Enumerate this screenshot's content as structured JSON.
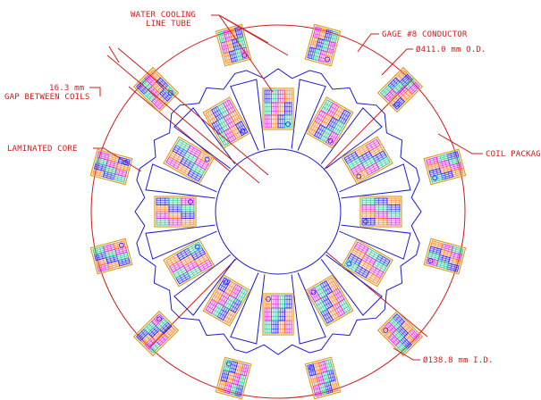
{
  "labels": {
    "water_cooling_1": "WATER COOLING",
    "water_cooling_2": "LINE TUBE",
    "gage_conductor": "GAGE #8 CONDUCTOR",
    "od": "Ø411.0 mm O.D.",
    "gap_value": "16.3 mm",
    "gap_text": "GAP BETWEEN COILS",
    "laminated_core": "LAMINATED CORE",
    "coil_package": "COIL PACKAGE",
    "id": "Ø138.8 mm I.D."
  },
  "colors": {
    "annotation": "#d11a1a",
    "core_outline": "#1a1acc",
    "coil_housing": "#d9a020",
    "conductor_blue": "#1a1aff",
    "conductor_green": "#19c28a",
    "conductor_magenta": "#e619e6",
    "conductor_orange": "#ff7a1a"
  }
}
